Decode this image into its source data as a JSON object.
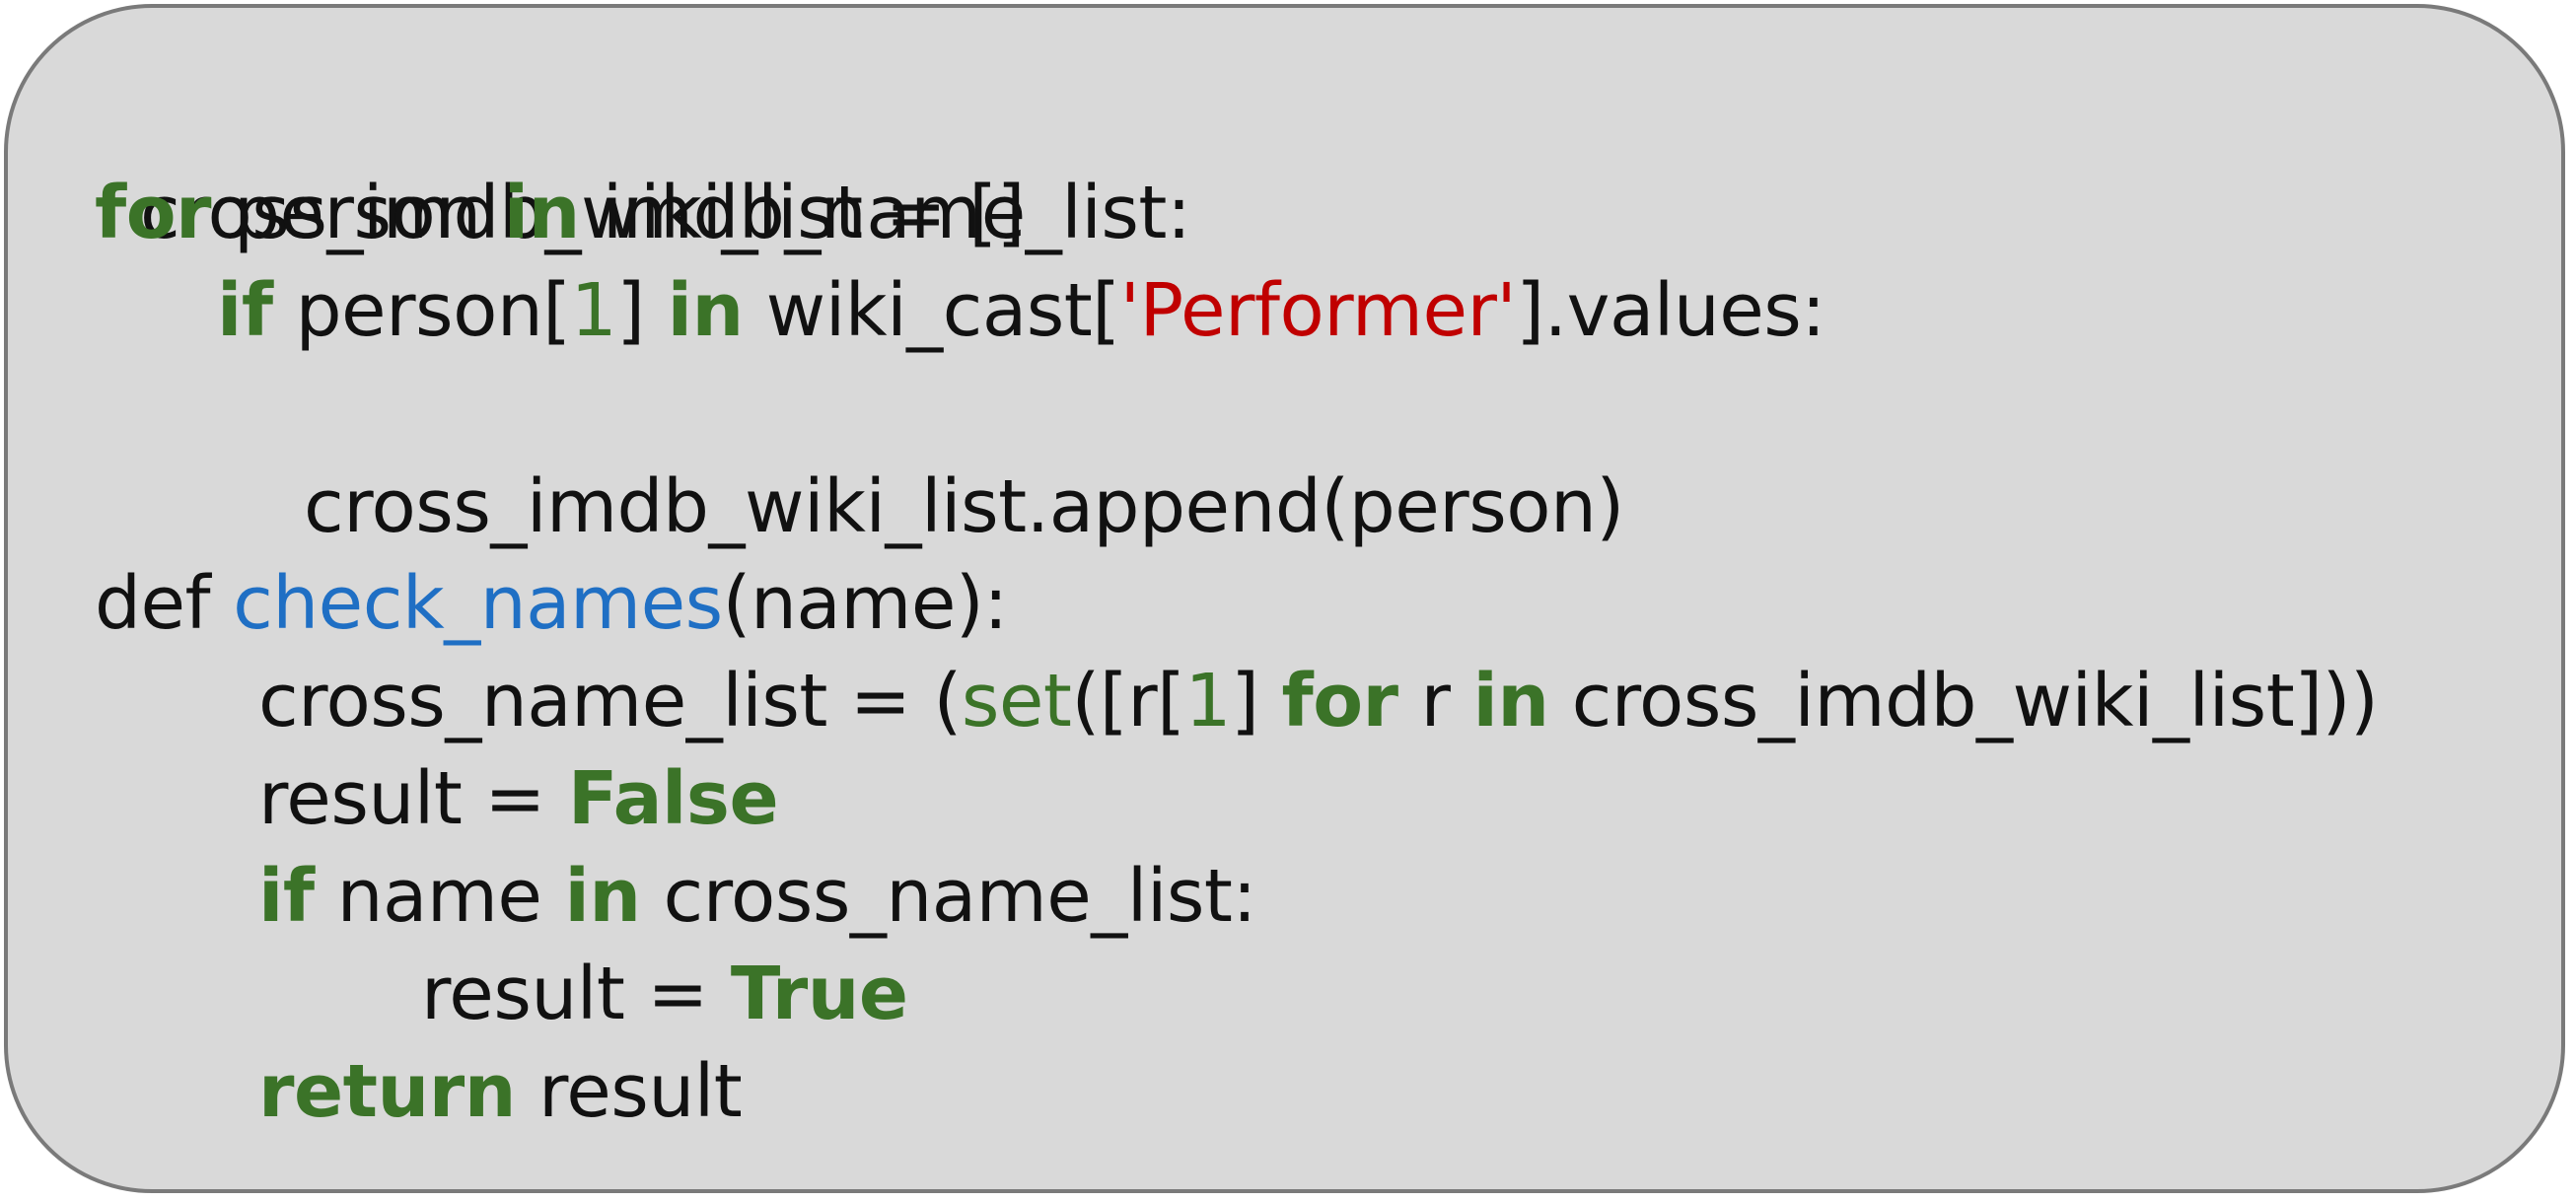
{
  "code": {
    "line1": {
      "text": "cross_imdb_wiki_list = []"
    },
    "line2": {
      "kw1": "for",
      "t1": " person ",
      "kw2": "in",
      "t2": " imdb_name_list:"
    },
    "line3": {
      "kw1": "if",
      "t1": " person[",
      "num1": "1",
      "t2": "] ",
      "kw2": "in",
      "t3": " wiki_cast[",
      "str1": "'Performer'",
      "t4": "].values:"
    },
    "line4": {
      "text": "cross_imdb_wiki_list.append(person)"
    },
    "line5": {
      "t1": "def ",
      "fn1": "check_names",
      "t2": "(name):"
    },
    "line6": {
      "t1": "cross_name_list = (",
      "bi1": "set",
      "t2": "([r[",
      "num1": "1",
      "t3": "] ",
      "kw1": "for",
      "t4": " r ",
      "kw2": "in",
      "t5": " cross_imdb_wiki_list]))"
    },
    "line7": {
      "t1": "result = ",
      "kw1": "False"
    },
    "line8": {
      "kw1": "if",
      "t1": " name ",
      "kw2": "in",
      "t2": " cross_name_list:"
    },
    "line9": {
      "t1": "result = ",
      "kw1": "True"
    },
    "line10": {
      "kw1": "return",
      "t1": " result"
    }
  },
  "colors": {
    "background": "#d9d9d9",
    "border": "#7a7a7a",
    "text": "#111111",
    "keyword": "#3b7328",
    "string": "#c00000",
    "function_name": "#1f6fc4"
  }
}
